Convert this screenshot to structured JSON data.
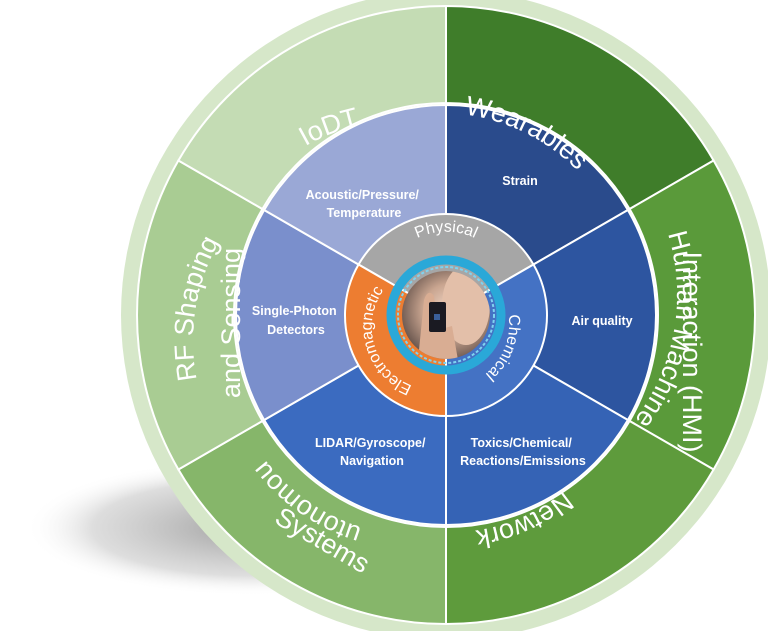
{
  "outer_ring": [
    {
      "label": "Wearables",
      "color": "#3f7d2a"
    },
    {
      "label": "Human Machine Interaction (HMI)",
      "color": "#5a9a3a"
    },
    {
      "label": "Network",
      "color": "#5e9b3c"
    },
    {
      "label": "Autonomous Systems",
      "color": "#86b66a"
    },
    {
      "label": "RF Shaping and Sensing",
      "color": "#a9cc93"
    },
    {
      "label": "IoDT",
      "color": "#c4dcb4"
    }
  ],
  "middle_ring": [
    {
      "label": "Strain",
      "color": "#2a4b8c"
    },
    {
      "label": "Air quality",
      "color": "#2d55a0"
    },
    {
      "label": "Toxics/Chemical/ Reactions/Emissions",
      "color": "#3563b5"
    },
    {
      "label": "LIDAR/Gyroscope/ Navigation",
      "color": "#3b6bc0"
    },
    {
      "label": "Single-Photon Detectors",
      "color": "#7a8fcc"
    },
    {
      "label": "Acoustic/Pressure/ Temperature",
      "color": "#9aa8d6"
    }
  ],
  "core": [
    {
      "label": "Physical",
      "color": "#a6a6a6"
    },
    {
      "label": "Chemical",
      "color": "#4472c4"
    },
    {
      "label": "Electromagnetic",
      "color": "#ed7d31"
    }
  ],
  "colors": {
    "outer_rim": "#d6e7c9",
    "separator": "#ffffff",
    "center_ring": "#2aa8d8"
  },
  "center_icon": "chip-in-hand-photo"
}
